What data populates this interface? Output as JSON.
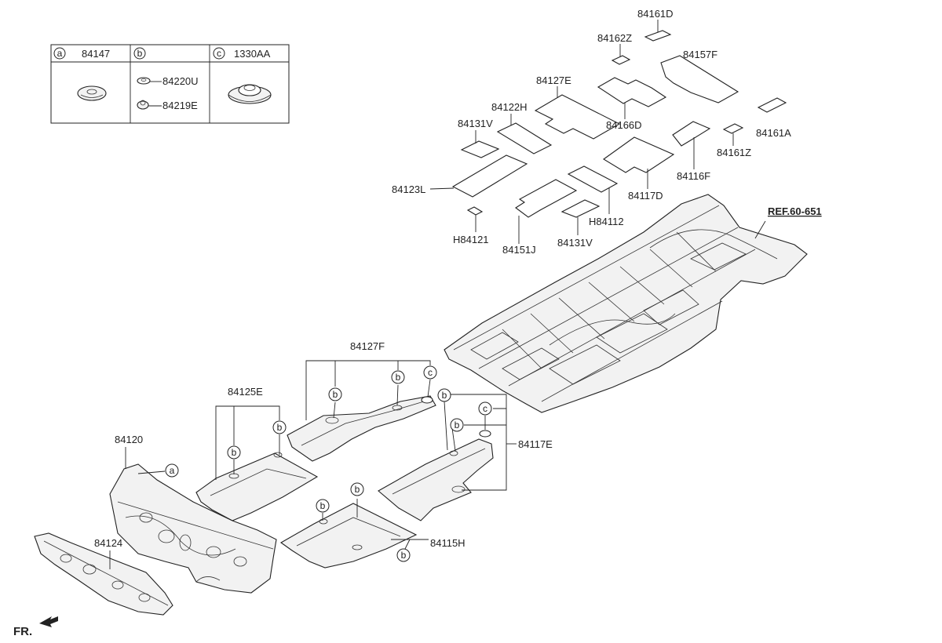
{
  "legend_table": {
    "col_a": {
      "letter": "a",
      "part": "84147"
    },
    "col_b": {
      "letter": "b",
      "parts": [
        "84220U",
        "84219E"
      ]
    },
    "col_c": {
      "letter": "c",
      "part": "1330AA"
    }
  },
  "pads": {
    "p84161D": "84161D",
    "p84162Z": "84162Z",
    "p84157F": "84157F",
    "p84127E": "84127E",
    "p84122H": "84122H",
    "p84166D": "84166D",
    "p84161A": "84161A",
    "p84131V_top": "84131V",
    "p84161Z": "84161Z",
    "p84116F": "84116F",
    "p84123L": "84123L",
    "p84117D": "84117D",
    "pH84112": "H84112",
    "pH84121": "H84121",
    "p84151J": "84151J",
    "p84131V_bot": "84131V"
  },
  "reference": "REF.60-651",
  "covers": {
    "c84127F": "84127F",
    "c84125E": "84125E",
    "c84120": "84120",
    "c84117E": "84117E",
    "c84124": "84124",
    "c84115H": "84115H"
  },
  "markers": {
    "a": "a",
    "b": "b",
    "c": "c"
  },
  "direction": "FR."
}
